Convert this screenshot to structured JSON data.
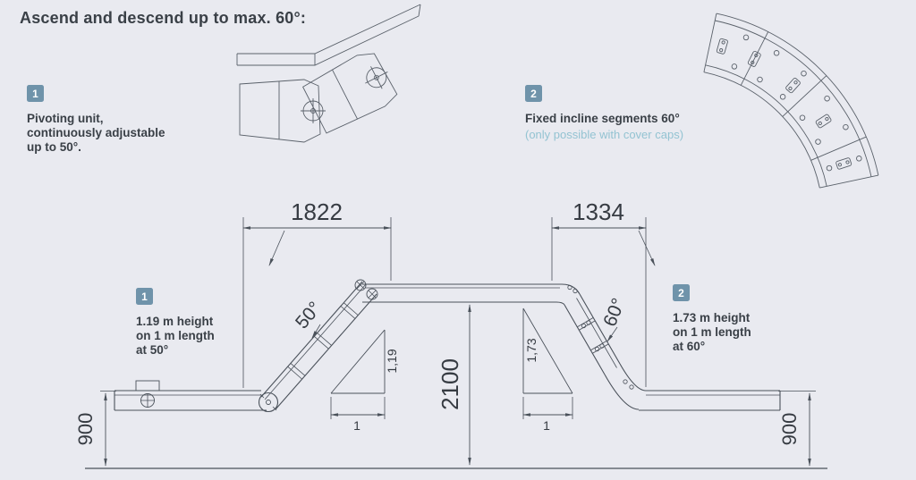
{
  "title": "Ascend and descend up to max. 60°:",
  "colors": {
    "background": "#e9eaf0",
    "line": "#4a515a",
    "badge": "#6f93aa",
    "teal": "#93c3d2",
    "text": "#3a4047"
  },
  "callouts": {
    "pivoting": {
      "badge": "1",
      "line1": "Pivoting unit,",
      "line2": "continuously adjustable",
      "line3": "up to 50°."
    },
    "fixed": {
      "badge": "2",
      "title": "Fixed incline segments 60°",
      "note": "(only possible with cover caps)"
    }
  },
  "labels": {
    "left": {
      "badge": "1",
      "line1": "1.19 m height",
      "line2": "on 1 m length",
      "line3": "at 50°"
    },
    "right": {
      "badge": "2",
      "line1": "1.73 m height",
      "line2": "on 1 m length",
      "line3": "at 60°"
    }
  },
  "dims": {
    "span_left": "1822",
    "span_right": "1334",
    "height_total": "2100",
    "height_left": "900",
    "height_right": "900",
    "angle_left": "50°",
    "angle_right": "60°",
    "rise_left": "1,19",
    "rise_right": "1,73",
    "run_left": "1",
    "run_right": "1"
  }
}
